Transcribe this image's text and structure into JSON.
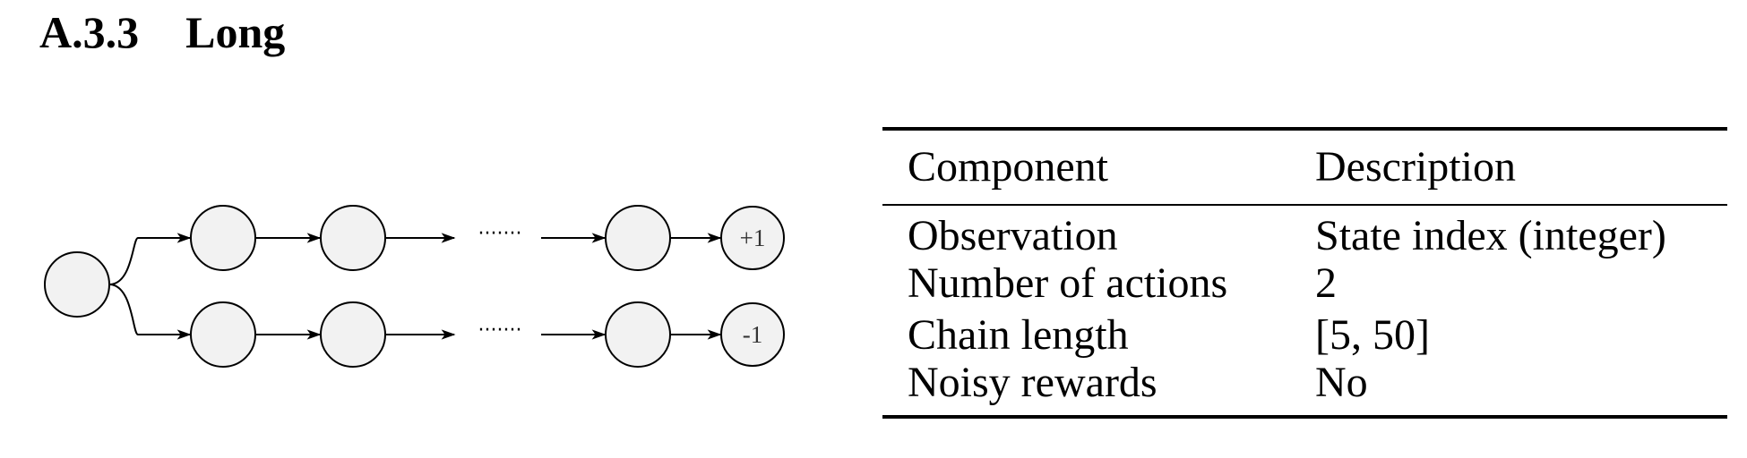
{
  "section": {
    "number": "A.3.3",
    "title": "Long"
  },
  "diagram": {
    "start_state_label": "",
    "ellipsis": "·······",
    "chains": [
      {
        "name": "upper",
        "terminal_reward": "+1"
      },
      {
        "name": "lower",
        "terminal_reward": "-1"
      }
    ],
    "colors": {
      "node_fill": "#f2f2f2",
      "stroke": "#000000"
    }
  },
  "table": {
    "headers": [
      "Component",
      "Description"
    ],
    "rows": [
      {
        "component": "Observation",
        "description": "State index (integer)"
      },
      {
        "component": "Number of actions",
        "description": "2"
      },
      {
        "component": "Chain length",
        "description": "[5, 50]"
      },
      {
        "component": "Noisy rewards",
        "description": "No"
      }
    ]
  }
}
